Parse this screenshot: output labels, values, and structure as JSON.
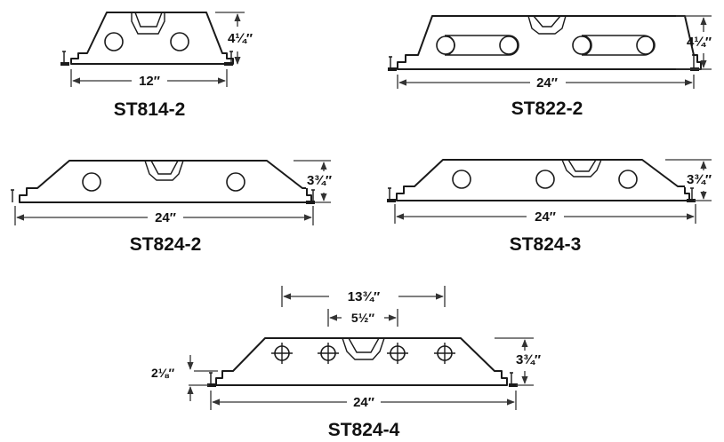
{
  "figures": [
    {
      "model": "ST814-2",
      "width": "12″",
      "height": "4¼″"
    },
    {
      "model": "ST822-2",
      "width": "24″",
      "height": "4¼″"
    },
    {
      "model": "ST824-2",
      "width": "24″",
      "height": "3¾″"
    },
    {
      "model": "ST824-3",
      "width": "24″",
      "height": "3¾″"
    },
    {
      "model": "ST824-4",
      "width": "24″",
      "height": "3¾″",
      "outer_spacing": "13¾″",
      "inner_spacing": "5½″",
      "side_height": "2⅛″"
    }
  ]
}
